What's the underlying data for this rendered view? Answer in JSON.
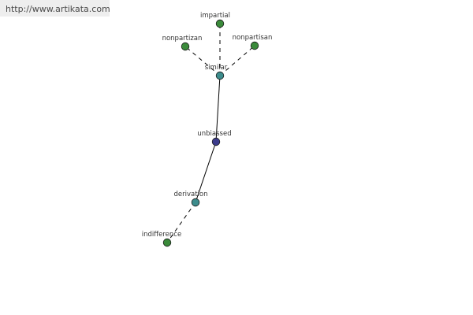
{
  "watermark": {
    "text": "http://www.artikata.com"
  },
  "graph": {
    "center": "unbiassed",
    "nodes": [
      {
        "id": "impartial",
        "label": "impartial",
        "color": "#3a8a3a"
      },
      {
        "id": "nonpartizan",
        "label": "nonpartizan",
        "color": "#3a8a3a"
      },
      {
        "id": "nonpartisan",
        "label": "nonpartisan",
        "color": "#3a8a3a"
      },
      {
        "id": "similar",
        "label": "similar",
        "color": "#3d8c8c"
      },
      {
        "id": "unbiassed",
        "label": "unbiassed",
        "color": "#3c3c8c"
      },
      {
        "id": "derivation",
        "label": "derivation",
        "color": "#3d8c8c"
      },
      {
        "id": "indifference",
        "label": "indifference",
        "color": "#3a8a3a"
      }
    ],
    "edges": [
      {
        "from": "unbiassed",
        "to": "similar",
        "style": "solid"
      },
      {
        "from": "unbiassed",
        "to": "derivation",
        "style": "solid"
      },
      {
        "from": "similar",
        "to": "impartial",
        "style": "dashed"
      },
      {
        "from": "similar",
        "to": "nonpartizan",
        "style": "dashed"
      },
      {
        "from": "similar",
        "to": "nonpartisan",
        "style": "dashed"
      },
      {
        "from": "derivation",
        "to": "indifference",
        "style": "dashed"
      }
    ]
  }
}
